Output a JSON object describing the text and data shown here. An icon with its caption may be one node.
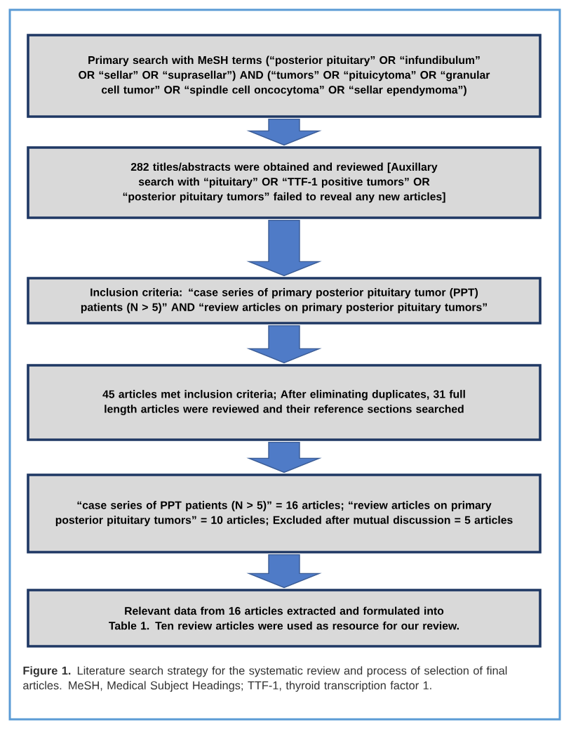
{
  "diagram": {
    "caption": "**Figure 1.** Literature search strategy for the systematic review and process of selection of final articles. MeSH, Medical Subject Headings; TTF-1, thyroid transcription factor 1.",
    "nodes": [
      {
        "text": [
          "Primary search with MeSH terms (“posterior pituitary” OR “infundibulum” OR “sellar” OR “suprasellar”) AND (“tumors” OR “pituicytoma” OR “granular cell tumor” OR “spindle cell oncocytoma” OR “sellar ependymoma”)"
        ]
      },
      {
        "text": [
          "282 titles/abstracts were obtained and reviewed [Auxillary search with “pituitary” OR “TTF-1 positive tumors” OR “posterior pituitary tumors” failed to reveal any new articles]"
        ]
      },
      {
        "text": [
          "Inclusion criteria: “case series of primary posterior pituitary tumor (PPT) patients (N > 5)” AND “review articles on primary posterior pituitary tumors”"
        ]
      },
      {
        "text": [
          "45 articles met inclusion criteria; After eliminating duplicates, 31 full length articles were reviewed and their reference sections searched"
        ]
      },
      {
        "text": [
          "“case series of PPT patients (N > 5)” = 16 articles; “review articles on primary posterior pituitary tumors” = 10 articles; Excluded after mutual discussion = 5 articles"
        ]
      },
      {
        "text": [
          "Relevant data from 16 articles extracted and formulated into Table 1. Ten review articles were used as resource for our review."
        ]
      }
    ],
    "edges": [
      {
        "from": 0,
        "to": 1,
        "arrow": "to"
      },
      {
        "from": 1,
        "to": 2,
        "arrow": "to"
      },
      {
        "from": 2,
        "to": 3,
        "arrow": "to"
      },
      {
        "from": 3,
        "to": 4,
        "arrow": "to"
      },
      {
        "from": 4,
        "to": 5,
        "arrow": "to"
      }
    ]
  }
}
